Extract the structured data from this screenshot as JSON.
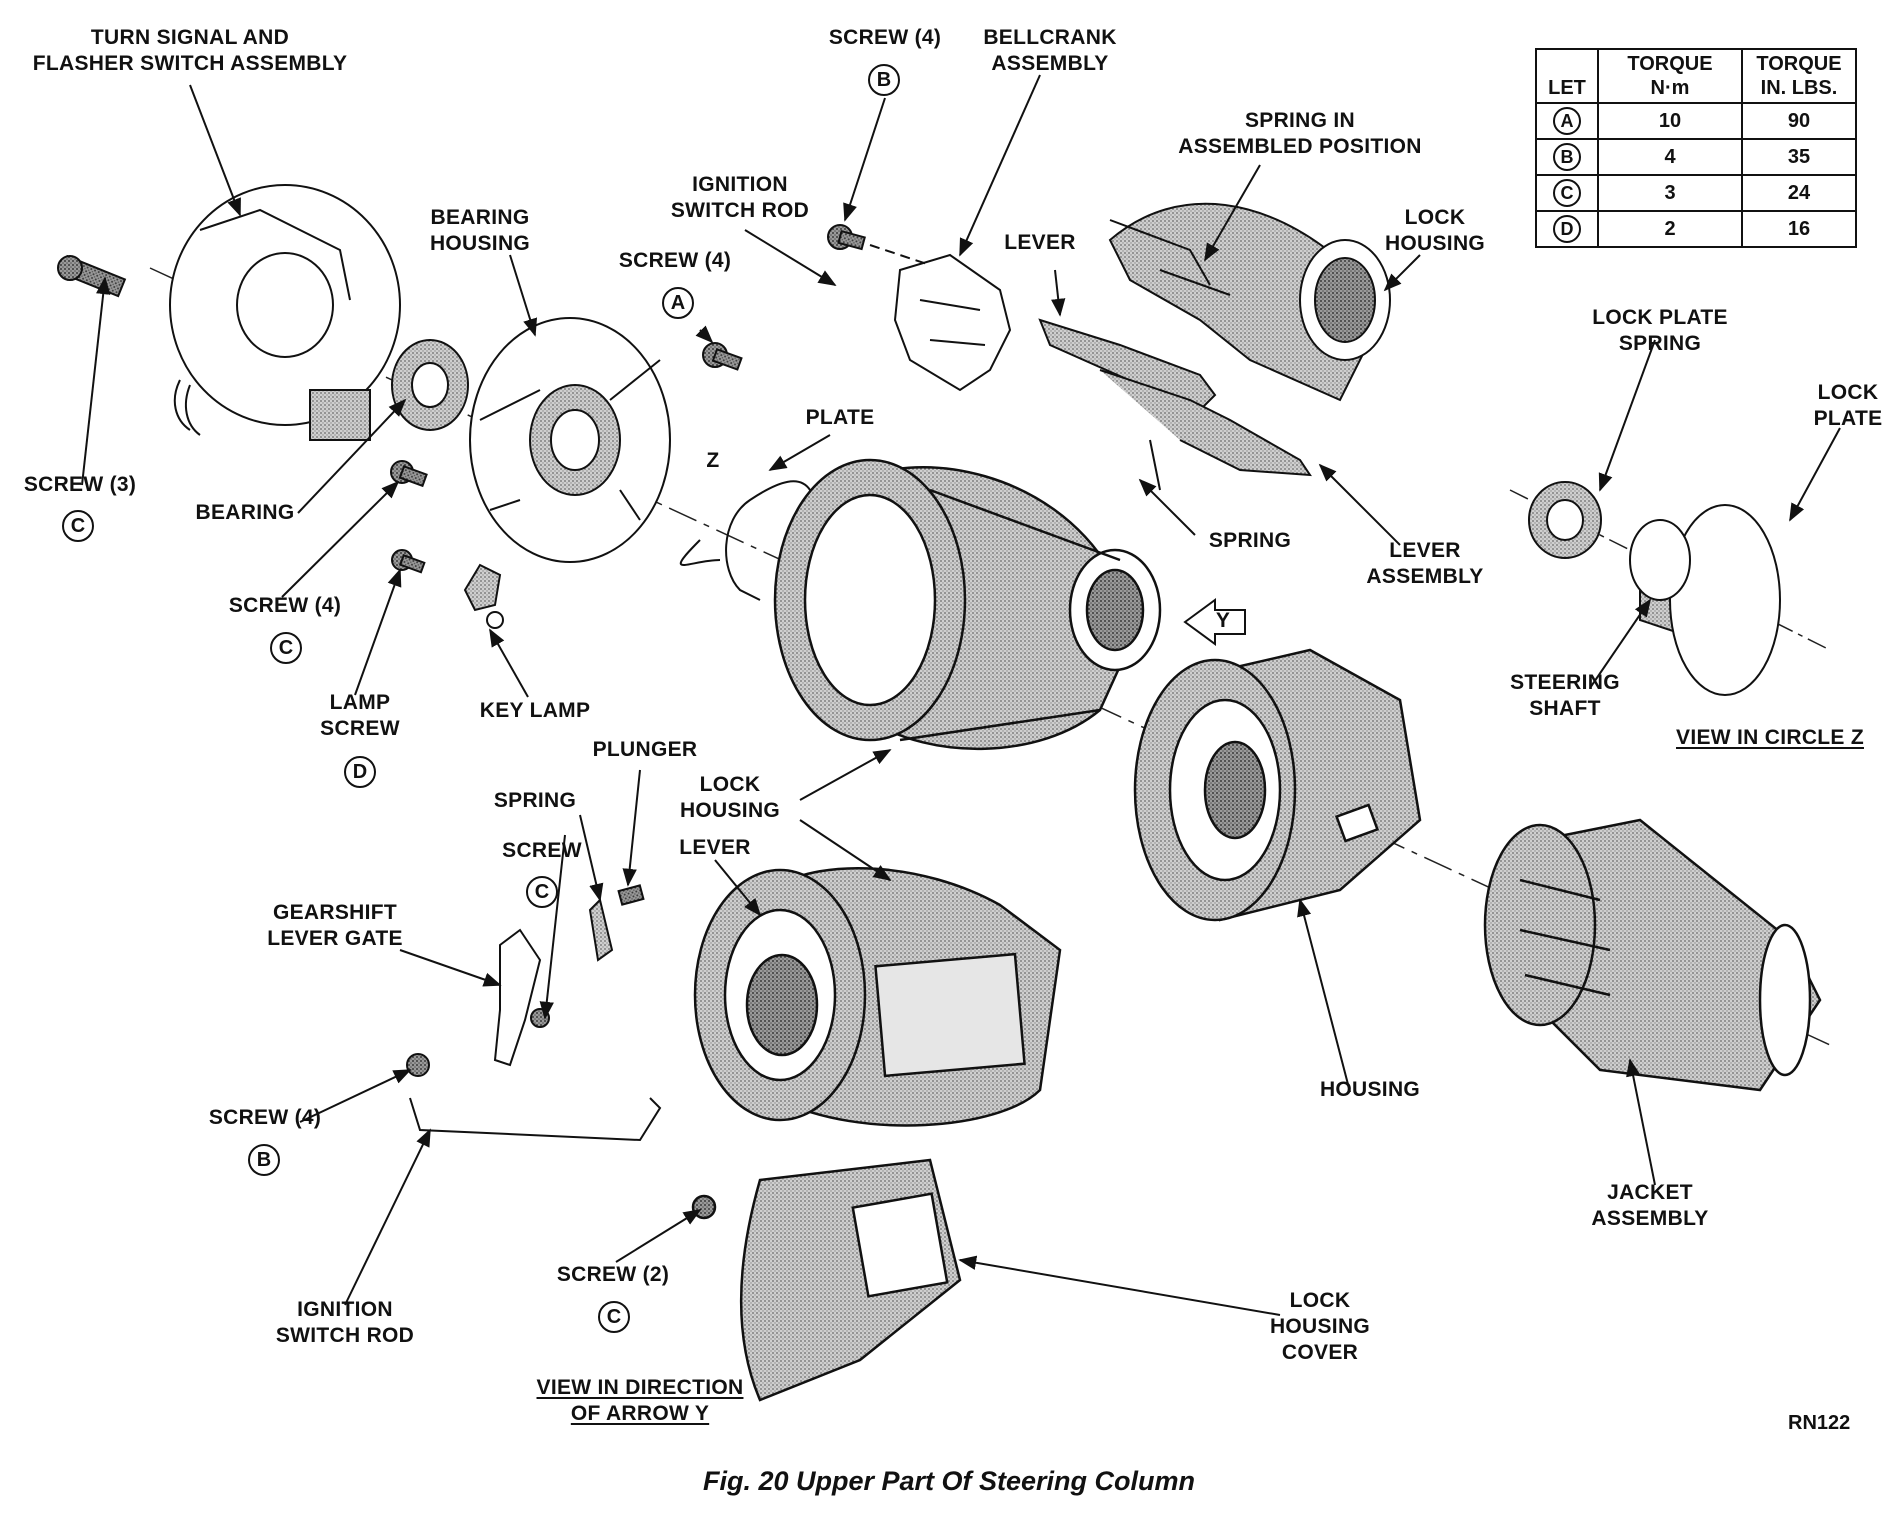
{
  "figure": {
    "caption": "Fig. 20 Upper Part Of Steering Column",
    "code": "RN122"
  },
  "labels": {
    "turn_signal": [
      "TURN SIGNAL AND",
      "FLASHER SWITCH ASSEMBLY"
    ],
    "screw4_b_top": "SCREW (4)",
    "bellcrank": [
      "BELLCRANK",
      "ASSEMBLY"
    ],
    "spring_assembled": [
      "SPRING IN",
      "ASSEMBLED POSITION"
    ],
    "ignition_rod_top": [
      "IGNITION",
      "SWITCH ROD"
    ],
    "screw4_a": "SCREW (4)",
    "lever_top": "LEVER",
    "lock_housing_top": [
      "LOCK",
      "HOUSING"
    ],
    "bearing_housing": [
      "BEARING",
      "HOUSING"
    ],
    "plate": "PLATE",
    "z_mark": "Z",
    "screw3": "SCREW (3)",
    "bearing": "BEARING",
    "spring_mid": "SPRING",
    "lever_assembly": [
      "LEVER",
      "ASSEMBLY"
    ],
    "screw4_c": "SCREW (4)",
    "y_mark": "Y",
    "lamp_screw": [
      "LAMP",
      "SCREW"
    ],
    "key_lamp": "KEY LAMP",
    "plunger": "PLUNGER",
    "lock_housing_mid": [
      "LOCK",
      "HOUSING"
    ],
    "spring_lower": "SPRING",
    "screw_c": "SCREW",
    "lever_lower": "LEVER",
    "gearshift": [
      "GEARSHIFT",
      "LEVER GATE"
    ],
    "screw4_b_low": "SCREW (4)",
    "housing": "HOUSING",
    "jacket": [
      "JACKET",
      "ASSEMBLY"
    ],
    "screw2": "SCREW (2)",
    "ignition_rod_low": [
      "IGNITION",
      "SWITCH ROD"
    ],
    "lock_housing_cover": [
      "LOCK",
      "HOUSING",
      "COVER"
    ],
    "view_y": [
      "VIEW IN DIRECTION",
      "OF ARROW Y"
    ],
    "lock_plate_spring": [
      "LOCK PLATE",
      "SPRING"
    ],
    "lock_plate": [
      "LOCK",
      "PLATE"
    ],
    "steering_shaft": [
      "STEERING",
      "SHAFT"
    ],
    "view_z": "VIEW IN CIRCLE Z"
  },
  "letters": {
    "a": "A",
    "b": "B",
    "c": "C",
    "d": "D"
  },
  "torque_table": {
    "headers": {
      "let": "LET",
      "nm": [
        "TORQUE",
        "N·m"
      ],
      "inlbs": [
        "TORQUE",
        "IN. LBS."
      ]
    },
    "rows": [
      {
        "let": "A",
        "nm": "10",
        "inlbs": "90"
      },
      {
        "let": "B",
        "nm": "4",
        "inlbs": "35"
      },
      {
        "let": "C",
        "nm": "3",
        "inlbs": "24"
      },
      {
        "let": "D",
        "nm": "2",
        "inlbs": "16"
      }
    ]
  }
}
